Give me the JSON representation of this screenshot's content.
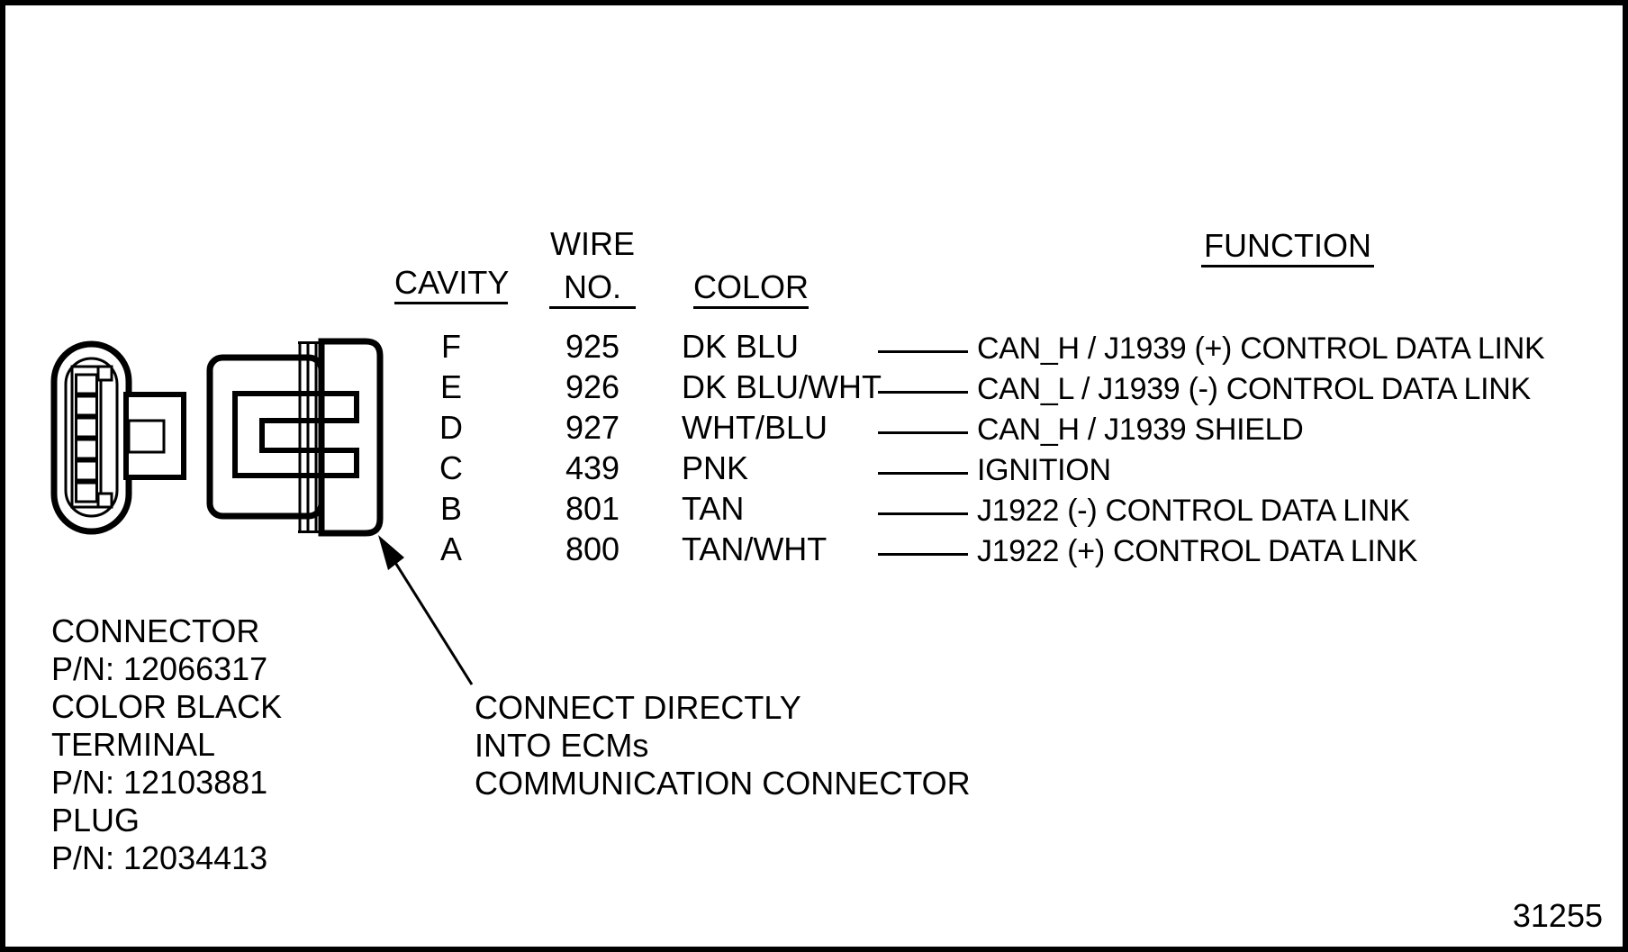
{
  "diagram": {
    "table": {
      "headers": {
        "cavity": "CAVITY",
        "wire_line1": "WIRE",
        "wire_line2": "NO.",
        "color": "COLOR",
        "function": "FUNCTION"
      },
      "rows": [
        {
          "cavity": "F",
          "wire_no": "925",
          "color": "DK BLU",
          "function": "CAN_H / J1939 (+) CONTROL DATA LINK"
        },
        {
          "cavity": "E",
          "wire_no": "926",
          "color": "DK BLU/WHT",
          "function": "CAN_L / J1939 (-) CONTROL DATA LINK"
        },
        {
          "cavity": "D",
          "wire_no": "927",
          "color": "WHT/BLU",
          "function": "CAN_H / J1939 SHIELD"
        },
        {
          "cavity": "C",
          "wire_no": "439",
          "color": "PNK",
          "function": "IGNITION"
        },
        {
          "cavity": "B",
          "wire_no": "801",
          "color": "TAN",
          "function": "J1922 (-) CONTROL DATA LINK"
        },
        {
          "cavity": "A",
          "wire_no": "800",
          "color": "TAN/WHT",
          "function": "J1922 (+) CONTROL DATA LINK"
        }
      ]
    },
    "connector_info_lines": [
      "CONNECTOR",
      "P/N: 12066317",
      "COLOR BLACK",
      "TERMINAL",
      "P/N: 12103881",
      "PLUG",
      "P/N: 12034413"
    ],
    "callout_lines": [
      "CONNECT DIRECTLY",
      "INTO ECMs",
      "COMMUNICATION CONNECTOR"
    ],
    "figure_number": "31255",
    "colors": {
      "ink": "#000000",
      "background": "#ffffff"
    }
  }
}
